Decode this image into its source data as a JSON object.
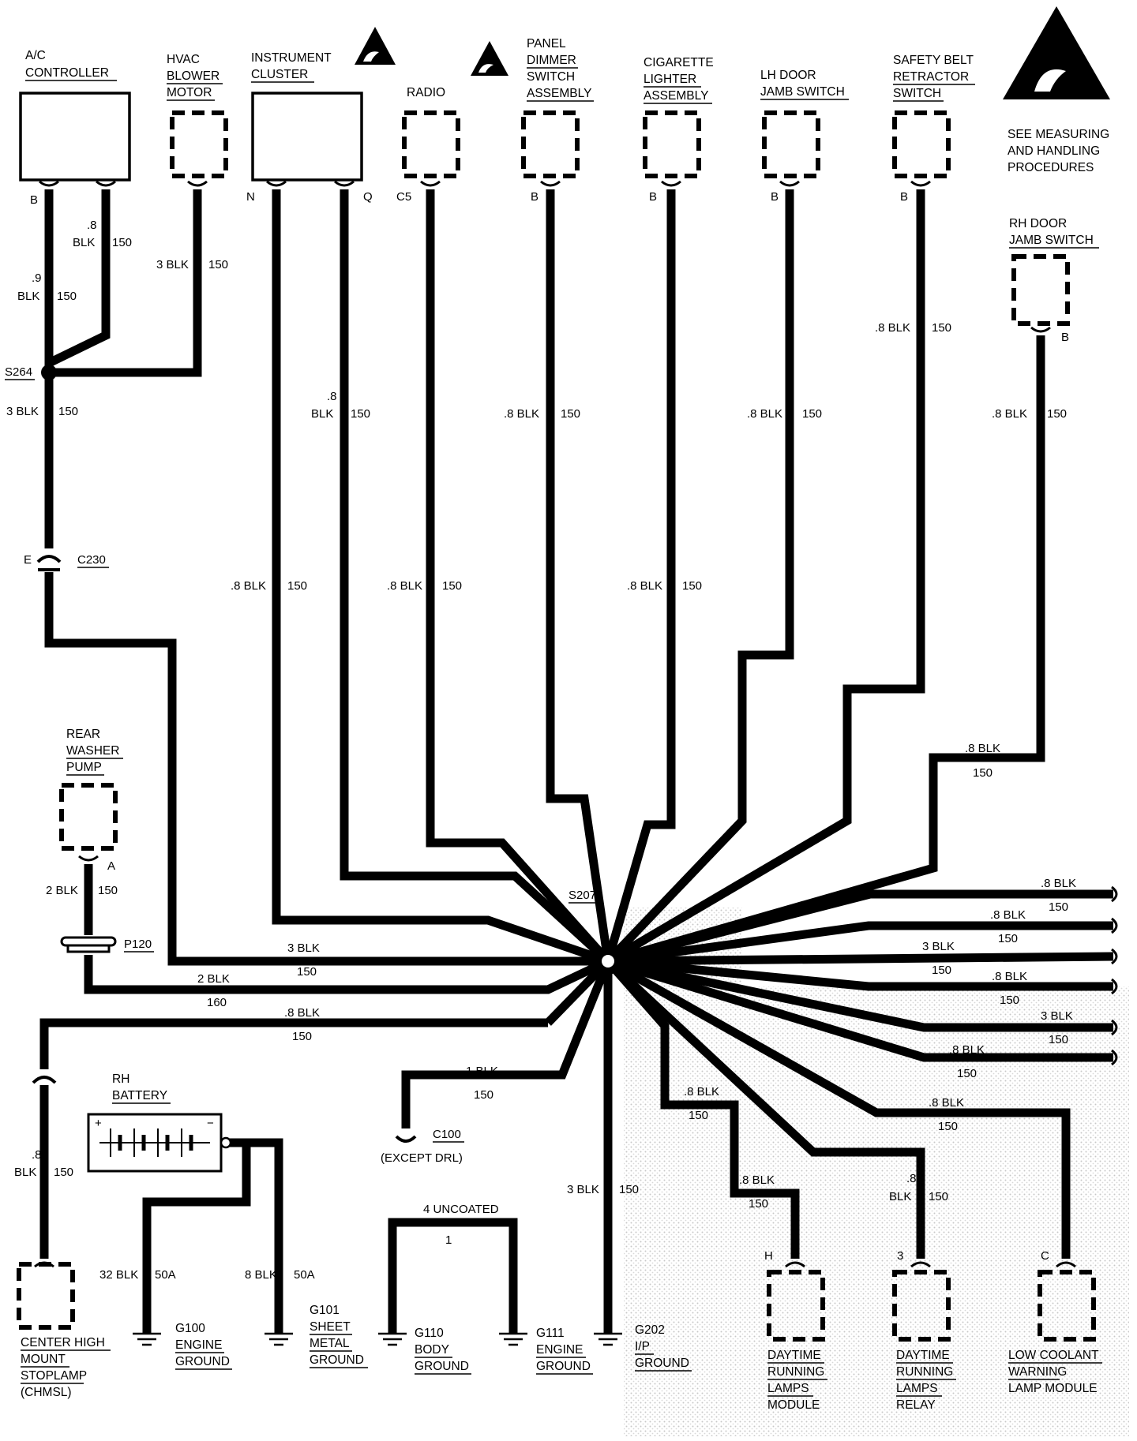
{
  "warning": {
    "line1": "SEE MEASURING",
    "line2": "AND HANDLING",
    "line3": "PROCEDURES"
  },
  "components": {
    "ac_controller": {
      "l1": "A/C",
      "l2": "CONTROLLER"
    },
    "hvac_blower": {
      "l1": "HVAC",
      "l2": "BLOWER",
      "l3": "MOTOR"
    },
    "instrument_cluster": {
      "l1": "INSTRUMENT",
      "l2": "CLUSTER"
    },
    "radio": {
      "l1": "RADIO"
    },
    "panel_dimmer": {
      "l1": "PANEL",
      "l2": "DIMMER",
      "l3": "SWITCH",
      "l4": "ASSEMBLY"
    },
    "cigarette_lighter": {
      "l1": "CIGARETTE",
      "l2": "LIGHTER",
      "l3": "ASSEMBLY"
    },
    "lh_door": {
      "l1": "LH DOOR",
      "l2": "JAMB SWITCH"
    },
    "safety_belt": {
      "l1": "SAFETY BELT",
      "l2": "RETRACTOR",
      "l3": "SWITCH"
    },
    "rh_door": {
      "l1": "RH DOOR",
      "l2": "JAMB SWITCH"
    },
    "rear_washer": {
      "l1": "REAR",
      "l2": "WASHER",
      "l3": "PUMP"
    },
    "rh_battery": {
      "l1": "RH",
      "l2": "BATTERY"
    },
    "chmsl": {
      "l1": "CENTER HIGH",
      "l2": "MOUNT",
      "l3": "STOPLAMP",
      "l4": "(CHMSL)"
    },
    "drl_module": {
      "l1": "DAYTIME",
      "l2": "RUNNING",
      "l3": "LAMPS",
      "l4": "MODULE"
    },
    "drl_relay": {
      "l1": "DAYTIME",
      "l2": "RUNNING",
      "l3": "LAMPS",
      "l4": "RELAY"
    },
    "low_coolant": {
      "l1": "LOW COOLANT",
      "l2": "WARNING",
      "l3": "LAMP MODULE"
    }
  },
  "pins": {
    "ac_b": "B",
    "cluster_n": "N",
    "cluster_q": "Q",
    "radio_c5": "C5",
    "dimmer_b": "B",
    "lighter_b": "B",
    "lh_b": "B",
    "belt_b": "B",
    "rh_b": "B",
    "washer_a": "A",
    "drl_h": "H",
    "relay_3": "3",
    "coolant_c": "C",
    "c230_e": "E",
    "uncoated_1": "1"
  },
  "splices": {
    "s264": "S264",
    "s207": "S207",
    "c230": "C230",
    "p120": "P120",
    "c100": "C100",
    "c100_note": "(EXCEPT DRL)"
  },
  "wires": {
    "w_8": ".8",
    "blk": "BLK",
    "c150": "150",
    "w_8blk": ".8 BLK",
    "w_3blk": "3 BLK",
    "w_2blk": "2 BLK",
    "w_1blk": "1 BLK",
    "c160": "160",
    "w_32blk": "32 BLK",
    "w_8blk_big": "8 BLK",
    "c50a": "50A",
    "uncoated": "4 UNCOATED",
    "w_9": ".9"
  },
  "grounds": {
    "g100": {
      "l1": "G100",
      "l2": "ENGINE",
      "l3": "GROUND"
    },
    "g101": {
      "l1": "G101",
      "l2": "SHEET",
      "l3": "METAL",
      "l4": "GROUND"
    },
    "g110": {
      "l1": "G110",
      "l2": "BODY",
      "l3": "GROUND"
    },
    "g111": {
      "l1": "G111",
      "l2": "ENGINE",
      "l3": "GROUND"
    },
    "g202": {
      "l1": "G202",
      "l2": "I/P",
      "l3": "GROUND"
    }
  }
}
